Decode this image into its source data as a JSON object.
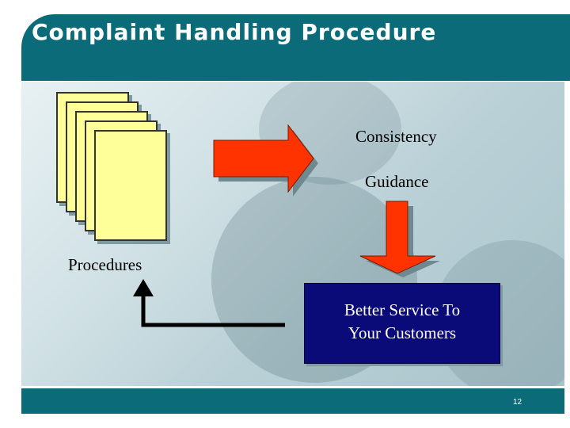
{
  "header": {
    "title": "Complaint Handling Procedure"
  },
  "diagram": {
    "procedures_label": "Procedures",
    "consistency_label": "Consistency",
    "guidance_label": "Guidance",
    "result_line1": "Better Service To",
    "result_line2": "Your Customers"
  },
  "footer": {
    "slide_number": "12"
  },
  "colors": {
    "header_bar": "#0b6b78",
    "document_fill": "#ffff99",
    "arrow_fill": "#ff3300",
    "result_box": "#0a0a78"
  }
}
